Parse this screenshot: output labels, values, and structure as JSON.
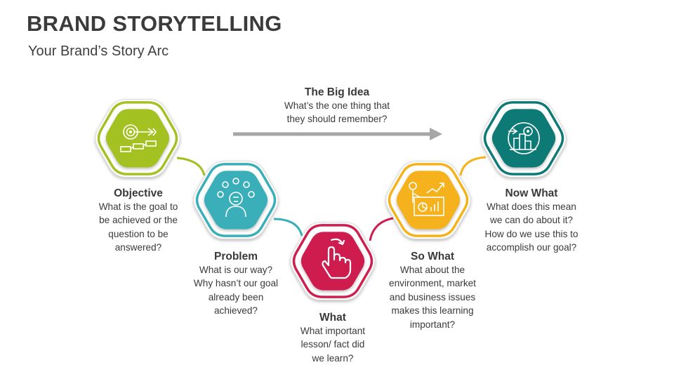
{
  "header": {
    "title": "BRAND STORYTELLING",
    "subtitle": "Your Brand’s Story Arc"
  },
  "big_idea": {
    "heading": "The Big Idea",
    "lines": [
      "What’s the one thing that",
      "they should remember?"
    ]
  },
  "steps": [
    {
      "heading": "Objective",
      "lines": [
        "What is the goal to",
        "be achieved or the",
        "question to be",
        "answered?"
      ],
      "color": "#A4C123",
      "icon": "target-flowchart-icon"
    },
    {
      "heading": "Problem",
      "lines": [
        "What is our way?",
        "Why hasn’t our goal",
        "already been",
        "achieved?"
      ],
      "color": "#3AAFB9",
      "icon": "person-ideas-icon"
    },
    {
      "heading": "What",
      "lines": [
        "What important",
        "lesson/ fact did",
        "we learn?"
      ],
      "color": "#CE1F4F",
      "icon": "hand-pointer-icon"
    },
    {
      "heading": "So What",
      "lines": [
        "What about the",
        "environment, market",
        "and business issues",
        "makes this learning",
        "important?"
      ],
      "color": "#F5B21A",
      "icon": "presentation-chart-icon"
    },
    {
      "heading": "Now What",
      "lines": [
        "What does this mean",
        "we can do about it?",
        "How do we use this to",
        "accomplish our goal?"
      ],
      "color": "#0E7A76",
      "icon": "city-target-icon"
    }
  ]
}
